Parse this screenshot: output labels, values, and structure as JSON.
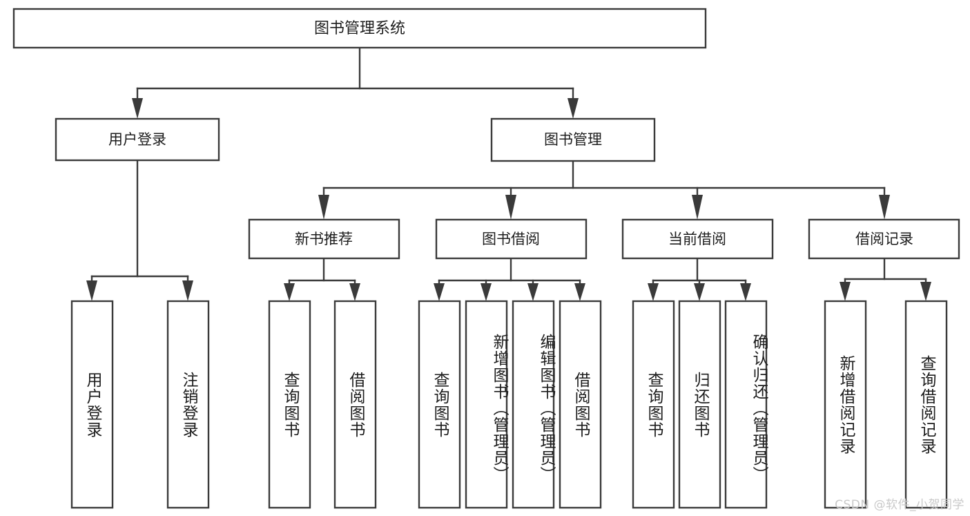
{
  "diagram": {
    "title": "图书管理系统",
    "watermark": "CSDN @软件_小贺同学",
    "stroke_color": "#3a3a3a",
    "fill_color": "#ffffff",
    "text_color": "#1c1c1c",
    "watermark_color": "#c9c9c9"
  },
  "root": {
    "label": "图书管理系统"
  },
  "level1": [
    {
      "label": "用户登录"
    },
    {
      "label": "图书管理"
    }
  ],
  "level2": [
    {
      "label": "新书推荐"
    },
    {
      "label": "图书借阅"
    },
    {
      "label": "当前借阅"
    },
    {
      "label": "借阅记录"
    }
  ],
  "leaves": {
    "user_login": [
      {
        "label": "用户登录"
      },
      {
        "label": "注销登录"
      }
    ],
    "new_book_recommend": [
      {
        "label": "查询图书"
      },
      {
        "label": "借阅图书"
      }
    ],
    "book_borrow": [
      {
        "label": "查询图书"
      },
      {
        "label": "新增图书（管理员）"
      },
      {
        "label": "编辑图书（管理员）"
      },
      {
        "label": "借阅图书"
      }
    ],
    "current_borrow": [
      {
        "label": "查询图书"
      },
      {
        "label": "归还图书"
      },
      {
        "label": "确认归还（管理员）"
      }
    ],
    "borrow_records": [
      {
        "label": "新增借阅记录"
      },
      {
        "label": "查询借阅记录"
      }
    ]
  }
}
